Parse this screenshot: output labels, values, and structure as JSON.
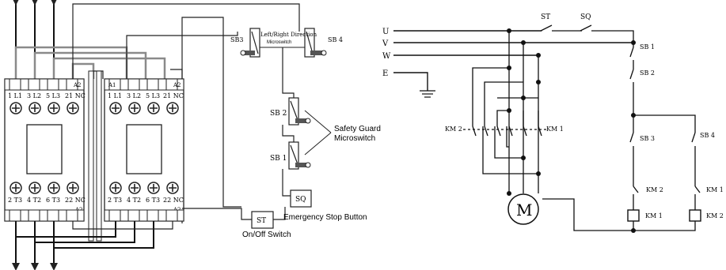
{
  "left_diagram": {
    "contactor_1_top": [
      "1 L1",
      "3 L2",
      "5 L3",
      "21 NC"
    ],
    "contactor_1_bottom": [
      "2 T3",
      "4 T2",
      "6 T3",
      "22 NC"
    ],
    "contactor_1_a_top": "A2",
    "contactor_1_a_bottom": "A2",
    "contactor_2_top": [
      "1 L1",
      "3 L2",
      "5 L3",
      "21 NC"
    ],
    "contactor_2_bottom": [
      "2 T3",
      "4 T2",
      "6 T3",
      "22 NC"
    ],
    "contactor_2_a1": "A1",
    "contactor_2_a2_top": "A2",
    "contactor_2_a2_bottom": "A2",
    "sb3": "SB3",
    "sb4": "SB 4",
    "direction_label_1": "Left/Right Direction",
    "direction_label_2": "Microswitch",
    "sb2": "SB 2",
    "sb1": "SB 1",
    "guard_label_1": "Safety Guard",
    "guard_label_2": "Microswitch",
    "sq": "SQ",
    "st": "ST",
    "emergency_label": "Emergency Stop Button",
    "onoff_label": "On/Off Switch"
  },
  "right_diagram": {
    "phase_u": "U",
    "phase_v": "V",
    "phase_w": "W",
    "earth": "E",
    "st": "ST",
    "sq": "SQ",
    "sb1": "SB 1",
    "sb2": "SB 2",
    "sb3": "SB 3",
    "sb4": "SB 4",
    "km2_power": "KM 2",
    "km1_power": "KM 1",
    "motor": "M",
    "km2_contact": "KM 2",
    "km1_contact": "KM 1",
    "km1_coil": "KM 1",
    "km2_coil": "KM 2"
  }
}
